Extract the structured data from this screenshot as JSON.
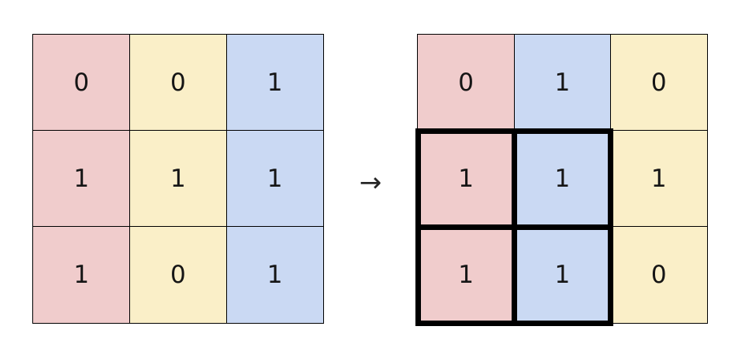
{
  "figure": {
    "background_color": "#ffffff",
    "line_color": "#000000",
    "text_color": "#151515"
  },
  "palette": {
    "pink": "#F0CCCC",
    "yellow": "#FAEFC8",
    "blue": "#CAD9F3",
    "highlight": "#000000"
  },
  "arrow": {
    "glyph": "→",
    "name": "rightwards-arrow"
  },
  "chart_data": {
    "type": "table",
    "title": "",
    "panels": [
      {
        "id": "left",
        "label": "input-matrix",
        "rows": 3,
        "cols": 3,
        "values": [
          [
            0,
            0,
            1
          ],
          [
            1,
            1,
            1
          ],
          [
            1,
            0,
            1
          ]
        ],
        "column_colors": [
          "#F0CCCC",
          "#FAEFC8",
          "#CAD9F3"
        ],
        "highlight": null
      },
      {
        "id": "right",
        "label": "output-matrix",
        "rows": 3,
        "cols": 3,
        "values": [
          [
            0,
            1,
            0
          ],
          [
            1,
            1,
            1
          ],
          [
            1,
            1,
            0
          ]
        ],
        "column_colors": [
          "#F0CCCC",
          "#CAD9F3",
          "#FAEFC8"
        ],
        "highlight": {
          "row_start": 1,
          "row_end": 2,
          "col_start": 0,
          "col_end": 1,
          "color": "#000000",
          "stroke_width": 7
        }
      }
    ]
  }
}
